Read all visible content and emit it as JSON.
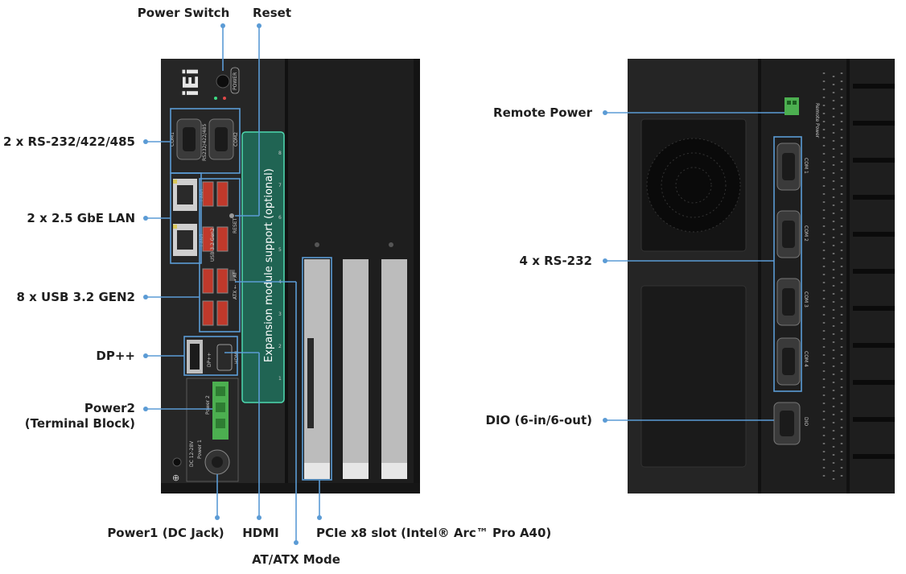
{
  "front_labels": {
    "power_switch": "Power Switch",
    "reset": "Reset",
    "rs232_422_485": "2 x RS-232/422/485",
    "lan": "2 x 2.5 GbE LAN",
    "usb": "8 x USB 3.2 GEN2",
    "dp": "DP++",
    "power2_line1": "Power2",
    "power2_line2": "(Terminal Block)",
    "power1": "Power1 (DC Jack)",
    "hdmi": "HDMI",
    "pcie": "PCIe x8 slot (Intel® Arc™ Pro A40)",
    "atx": "AT/ATX Mode",
    "expansion": "Expansion module support (optional)"
  },
  "rear_labels": {
    "remote_power": "Remote Power",
    "rs232": "4 x RS-232",
    "dio": "DIO (6-in/6-out)"
  },
  "silkscreen": {
    "brand": "iEi",
    "power": "POWER",
    "com1_front": "COM1",
    "com2_front": "COM2",
    "rs232_485": "RS232/422/485",
    "lan1": "LAN1",
    "lan2": "LAN2",
    "usb_gen2": "USB 3.2 Gen2",
    "reset": "RESET",
    "at_atx": "ATX ← → AT",
    "dp": "DP++",
    "hdmi": "HDMI",
    "dc": "DC 12-28V",
    "power2": "Power 2",
    "power1": "Power 1",
    "com1": "COM 1",
    "com2": "COM 2",
    "com3": "COM 3",
    "com4": "COM 4",
    "dio": "DIO",
    "remote_power": "Remote Power",
    "slot_numbers": [
      "8",
      "7",
      "6",
      "5",
      "4",
      "3",
      "2",
      "1"
    ]
  },
  "colors": {
    "leader": "#5b9bd5",
    "chassis": "#1e1e1e",
    "expansion_fill": "#1f7a63",
    "terminal_green": "#4caf50"
  }
}
